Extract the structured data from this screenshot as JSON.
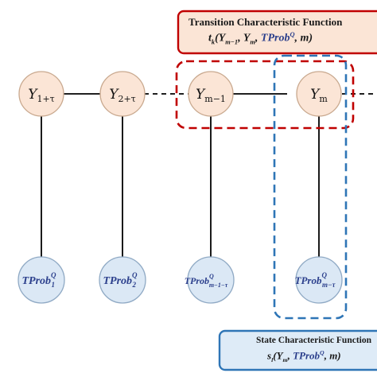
{
  "nodes": {
    "y_1": {
      "base": "Y",
      "sub": "1+τ"
    },
    "y_2": {
      "base": "Y",
      "sub": "2+τ"
    },
    "y_m1": {
      "base": "Y",
      "sub": "m−1"
    },
    "y_m": {
      "base": "Y",
      "sub": "m"
    },
    "p_1": {
      "base": "TProb",
      "sup": "Q",
      "sub": "1"
    },
    "p_2": {
      "base": "TProb",
      "sup": "Q",
      "sub": "2"
    },
    "p_m1": {
      "base": "TProb",
      "sup": "Q",
      "sub": "m−1−τ"
    },
    "p_m": {
      "base": "TProb",
      "sup": "Q",
      "sub": "m−τ"
    }
  },
  "transition_box": {
    "title": "Transition Characteristic Function",
    "fn": "t",
    "fn_sub": "k",
    "args_1": "(Y",
    "args_1_sub": "m−1",
    "args_2": ", Y",
    "args_2_sub": "m",
    "args_3": ", ",
    "args_prob": "TProb",
    "args_prob_sup": "Q",
    "args_4": ", m)"
  },
  "state_box": {
    "title": "State Characteristic Function",
    "fn": "s",
    "fn_sub": "l",
    "args_1": "(Y",
    "args_1_sub": "m",
    "args_2": ", ",
    "args_prob": "TProb",
    "args_prob_sup": "Q",
    "args_3": ", m)"
  },
  "colors": {
    "y_node_fill": "#fbe5d6",
    "y_node_stroke": "#c9a98f",
    "p_node_fill": "#dbe8f5",
    "p_node_stroke": "#8fa9c4",
    "transition_accent": "#c00000",
    "transition_fill": "#fbe5d6",
    "state_accent": "#2e75b6",
    "state_fill": "#deebf7"
  }
}
